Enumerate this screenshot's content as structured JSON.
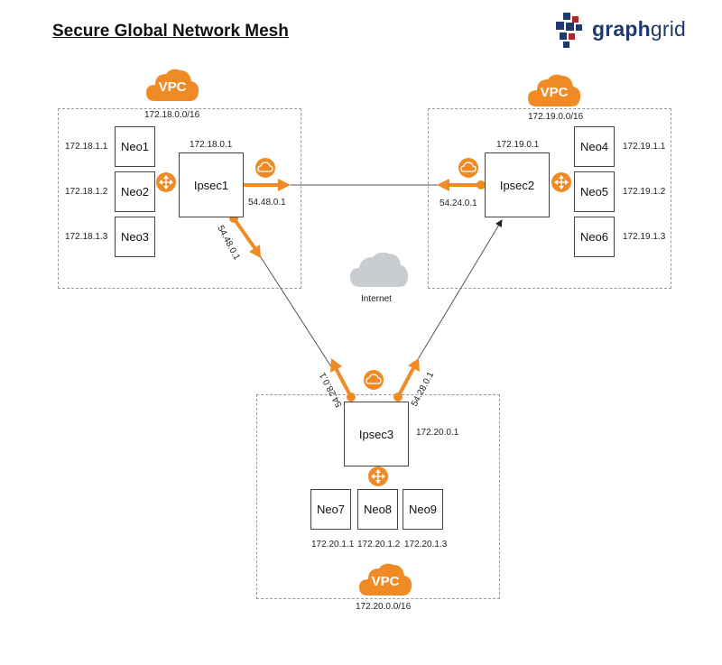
{
  "title": "Secure Global Network Mesh",
  "logo": {
    "text_bold": "graph",
    "text_light": "grid"
  },
  "colors": {
    "accent": "#f08a24",
    "logo_blue": "#1f3a6b",
    "cloud_grey": "#c9ccd0"
  },
  "internet_label": "Internet",
  "vpcs": [
    {
      "badge": "VPC",
      "cidr": "172.18.0.0/16",
      "ipsec": {
        "label": "Ipsec1",
        "private_ip": "172.18.0.1",
        "public_ips": [
          "54.48.0.1",
          "54.48.0.1"
        ]
      },
      "nodes": [
        {
          "label": "Neo1",
          "ip": "172.18.1.1"
        },
        {
          "label": "Neo2",
          "ip": "172.18.1.2"
        },
        {
          "label": "Neo3",
          "ip": "172.18.1.3"
        }
      ]
    },
    {
      "badge": "VPC",
      "cidr": "172.19.0.0/16",
      "ipsec": {
        "label": "Ipsec2",
        "private_ip": "172.19.0.1",
        "public_ips": [
          "54.24.0.1"
        ]
      },
      "nodes": [
        {
          "label": "Neo4",
          "ip": "172.19.1.1"
        },
        {
          "label": "Neo5",
          "ip": "172.19.1.2"
        },
        {
          "label": "Neo6",
          "ip": "172.19.1.3"
        }
      ]
    },
    {
      "badge": "VPC",
      "cidr": "172.20.0.0/16",
      "ipsec": {
        "label": "Ipsec3",
        "private_ip": "172.20.0.1",
        "public_ips": [
          "54.28.0.1",
          "54.28.0.1"
        ]
      },
      "nodes": [
        {
          "label": "Neo7",
          "ip": "172.20.1.1"
        },
        {
          "label": "Neo8",
          "ip": "172.20.1.2"
        },
        {
          "label": "Neo9",
          "ip": "172.20.1.3"
        }
      ]
    }
  ]
}
